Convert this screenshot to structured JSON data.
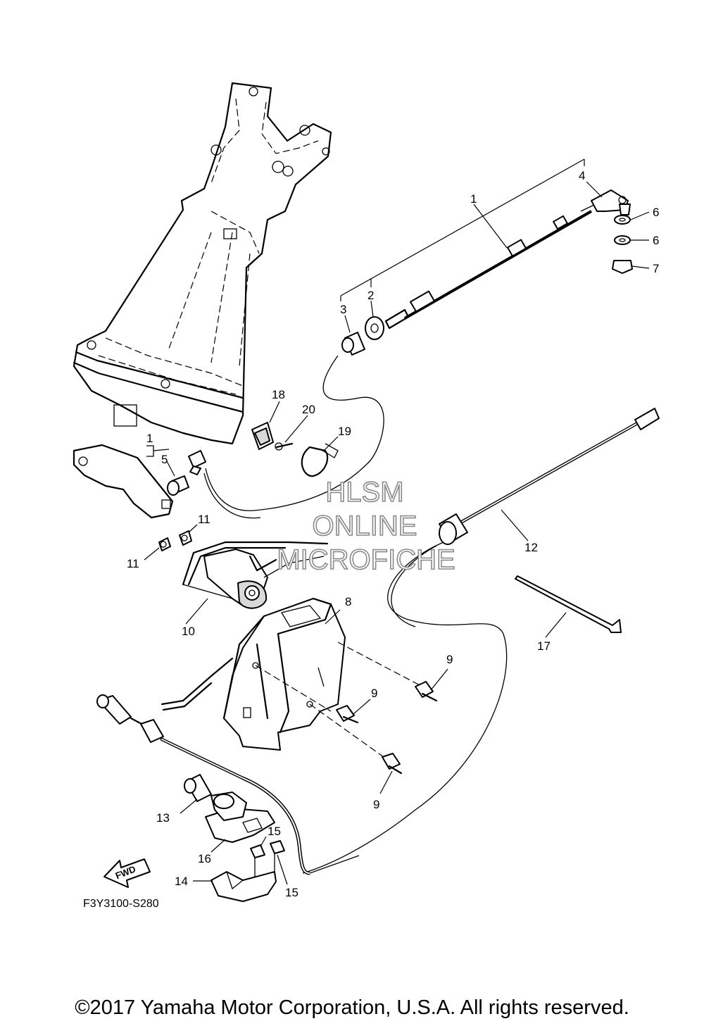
{
  "diagram": {
    "callouts": [
      {
        "id": "c1a",
        "text": "1"
      },
      {
        "id": "c2",
        "text": "2"
      },
      {
        "id": "c3",
        "text": "3"
      },
      {
        "id": "c4",
        "text": "4"
      },
      {
        "id": "c6a",
        "text": "6"
      },
      {
        "id": "c6b",
        "text": "6"
      },
      {
        "id": "c7",
        "text": "7"
      },
      {
        "id": "c18",
        "text": "18"
      },
      {
        "id": "c20",
        "text": "20"
      },
      {
        "id": "c19",
        "text": "19"
      },
      {
        "id": "c1b",
        "text": "1"
      },
      {
        "id": "c5",
        "text": "5"
      },
      {
        "id": "c11a",
        "text": "11"
      },
      {
        "id": "c11b",
        "text": "11"
      },
      {
        "id": "c12",
        "text": "12"
      },
      {
        "id": "c10",
        "text": "10"
      },
      {
        "id": "c8",
        "text": "8"
      },
      {
        "id": "c17",
        "text": "17"
      },
      {
        "id": "c9a",
        "text": "9"
      },
      {
        "id": "c9b",
        "text": "9"
      },
      {
        "id": "c9c",
        "text": "9"
      },
      {
        "id": "c13",
        "text": "13"
      },
      {
        "id": "c15a",
        "text": "15"
      },
      {
        "id": "c16",
        "text": "16"
      },
      {
        "id": "c14",
        "text": "14"
      },
      {
        "id": "c15b",
        "text": "15"
      }
    ],
    "fwd_label": "FWD",
    "figure_code": "F3Y3100-S280"
  },
  "watermark": {
    "line1": "HLSM",
    "line2": "ONLINE",
    "line3": "MICROFICHE"
  },
  "copyright": "©2017 Yamaha Motor Corporation, U.S.A. All rights reserved."
}
